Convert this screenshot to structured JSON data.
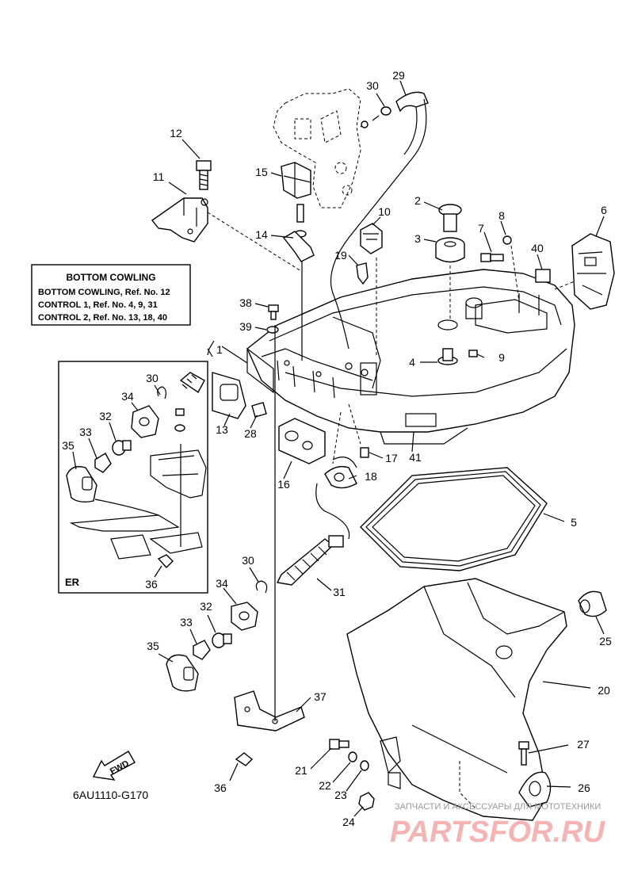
{
  "labels": {
    "n1": "1",
    "n2": "2",
    "n3": "3",
    "n4": "4",
    "n5": "5",
    "n6": "6",
    "n7": "7",
    "n8": "8",
    "n9": "9",
    "n10": "10",
    "n11": "11",
    "n12": "12",
    "n13": "13",
    "n14": "14",
    "n15": "15",
    "n16": "16",
    "n17": "17",
    "n18": "18",
    "n19": "19",
    "n20": "20",
    "n21": "21",
    "n22": "22",
    "n23": "23",
    "n24": "24",
    "n25": "25",
    "n26": "26",
    "n27": "27",
    "n28": "28",
    "n29": "29",
    "n30": "30",
    "n31": "31",
    "n32": "32",
    "n33": "33",
    "n34": "34",
    "n35": "35",
    "n36": "36",
    "n37": "37",
    "n38": "38",
    "n39": "39",
    "n40": "40",
    "n41": "41"
  },
  "ref_box": {
    "title": "BOTTOM COWLING",
    "line1": "BOTTOM COWLING,  Ref. No. 12",
    "line2": "CONTROL 1,  Ref. No. 4, 9, 31",
    "line3": "CONTROL 2,  Ref. No. 13, 18, 40"
  },
  "inset": {
    "label": "ER",
    "callouts": {
      "c30": "30",
      "c34": "34",
      "c32": "32",
      "c33": "33",
      "c35": "35",
      "c36": "36"
    }
  },
  "fwd": "FWD",
  "figure_code": "6AU1110-G170",
  "watermark": {
    "line1": "ЗАПЧАСТИ И АКСЕССУАРЫ ДЛЯ МОТОТЕХНИКИ",
    "line2": "PARTSFOR.RU"
  }
}
